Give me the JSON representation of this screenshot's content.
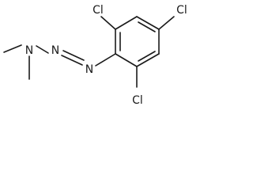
{
  "molecule": {
    "atoms": {
      "n_amine": "N",
      "n_middle": "N",
      "n_aryl": "N",
      "cl_top": "Cl",
      "cl_right": "Cl",
      "cl_bottom": "Cl"
    }
  }
}
